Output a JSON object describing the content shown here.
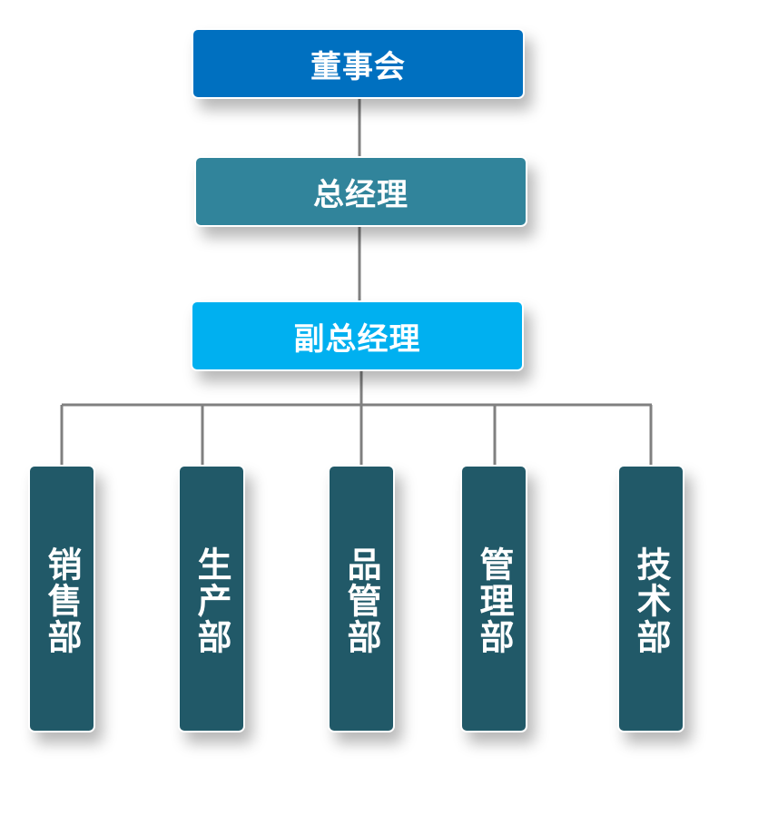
{
  "org_chart": {
    "board": {
      "label": "董事会",
      "color": "#0070c0"
    },
    "general_manager": {
      "label": "总经理",
      "color": "#31849b"
    },
    "deputy_general_manager": {
      "label": "副总经理",
      "color": "#00b0f0"
    },
    "departments": [
      {
        "label": "销售部",
        "color": "#215968"
      },
      {
        "label": "生产部",
        "color": "#215968"
      },
      {
        "label": "品管部",
        "color": "#215968"
      },
      {
        "label": "管理部",
        "color": "#215968"
      },
      {
        "label": "技术部",
        "color": "#215968"
      }
    ],
    "connector_color": "#808080"
  }
}
